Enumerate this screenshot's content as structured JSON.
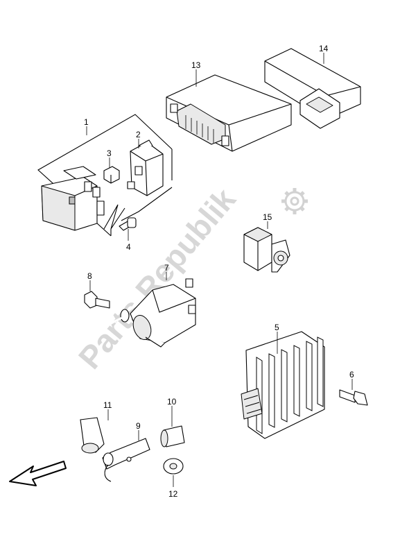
{
  "watermark": "Parts Republik",
  "watermark_icon": "gear-icon",
  "callouts": [
    "1",
    "2",
    "3",
    "4",
    "5",
    "6",
    "7",
    "8",
    "9",
    "10",
    "11",
    "12",
    "13",
    "14",
    "15"
  ],
  "direction_arrow": "front-arrow-icon"
}
